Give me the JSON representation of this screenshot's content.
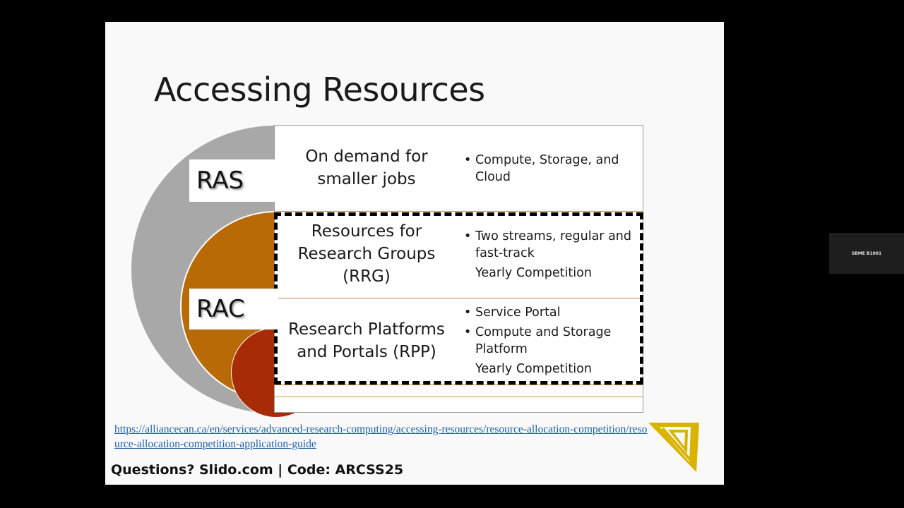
{
  "slide": {
    "title": "Accessing Resources",
    "tags": {
      "ras": "RAS",
      "rac": "RAC"
    },
    "rows": [
      {
        "label_lines": [
          "On demand for",
          "smaller jobs"
        ],
        "bullets": [
          "Compute, Storage, and Cloud"
        ],
        "note": ""
      },
      {
        "label_lines": [
          "Resources for",
          "Research Groups",
          "(RRG)"
        ],
        "bullets": [
          "Two streams, regular and fast-track"
        ],
        "note": "Yearly Competition"
      },
      {
        "label_lines": [
          "Research Platforms",
          "and Portals (RPP)"
        ],
        "bullets": [
          "Service Portal",
          "Compute and Storage Platform"
        ],
        "note": "Yearly Competition"
      }
    ],
    "link": "https://alliancecan.ca/en/services/advanced-research-computing/accessing-resources/resource-allocation-competition/resource-allocation-competition-application-guide",
    "footer": "Questions? Slido.com | Code: ARCSS25"
  },
  "participant": {
    "name": "SBME B1001"
  },
  "colors": {
    "gray_arc": "#a8a8a8",
    "orange_arc": "#b86a06",
    "red_arc": "#a82b08",
    "link": "#1d5fa8",
    "logo": "#d8b400"
  }
}
